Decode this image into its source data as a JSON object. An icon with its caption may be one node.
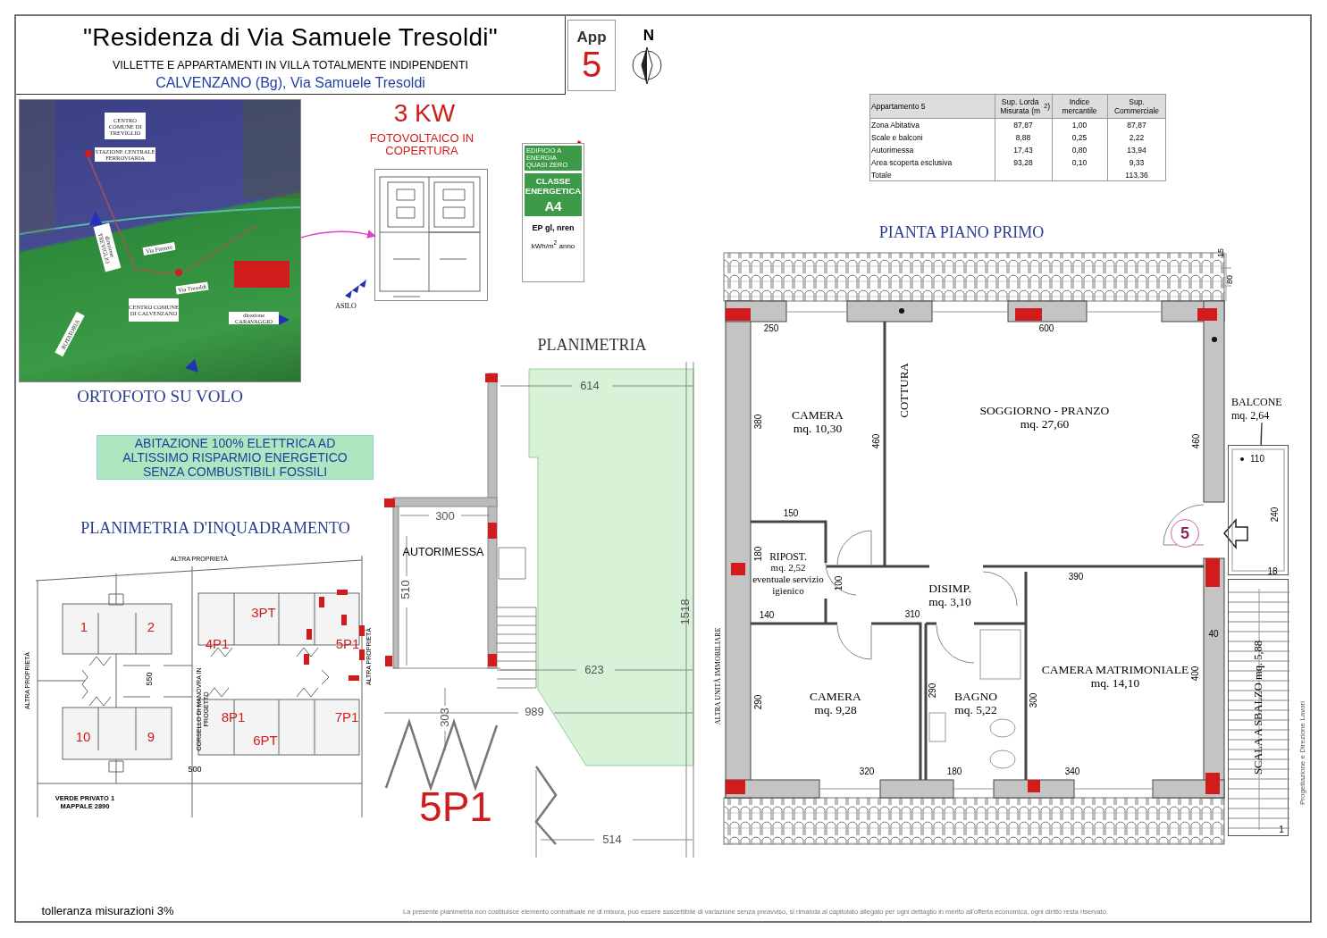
{
  "diagram": {
    "nodes": [
      {
        "text": [
          "\"Residenza di Via Samuele Tresoldi\"",
          "VILLETTE E APPARTAMENTI IN VILLA TOTALMENTE INDIPENDENTI",
          "CALVENZANO (Bg), Via Samuele Tresoldi"
        ]
      },
      {
        "text": [
          "App",
          "5"
        ]
      },
      {
        "text": [],
        "shape": "picture",
        "beside": [
          "ORTOFOTO SU VOLO"
        ]
      },
      {
        "text": [
          "CENTRO COMUNE DI TREVIGLIO"
        ],
        "in": 2
      },
      {
        "text": [
          "STAZIONE CENTRALE FERROVIARIA"
        ],
        "in": 2
      },
      {
        "text": [
          "direzione TREVIGLIO"
        ],
        "in": 2
      },
      {
        "text": [
          "Via Firenze"
        ],
        "in": 2
      },
      {
        "text": [
          "Via Tresoldi"
        ],
        "in": 2
      },
      {
        "text": [
          "CENTRO COMUNE DI CALVENZANO"
        ],
        "in": 2
      },
      {
        "text": [
          "direzione CARAVAGGIO"
        ],
        "in": 2
      },
      {
        "text": [
          "ROTATORIA"
        ],
        "in": 2
      },
      {
        "text": [],
        "shape": "picture"
      },
      {
        "text": [
          "EDIFICIO A ENERGIA QUASI ZERO",
          "CLASSE ENERGETICA",
          "A4",
          "EP gl, nren",
          "kWh/m$^{2}$ anno"
        ]
      },
      {
        "text": [
          "ABITAZIONE 100% ELETTRICA AD ALTISSIMO RISPARMIO ENERGETICO SENZA COMBUSTIBILI FOSSILI"
        ]
      },
      {
        "text": [
          "AUTORIMESSA"
        ]
      },
      {
        "text": [
          "CAMERA",
          "mq. 10,30"
        ]
      },
      {
        "text": [
          "SOGGIORNO - PRANZO",
          "mq. 27,60"
        ]
      },
      {
        "text": [
          "RIPOST.",
          "mq. 2,52 eventuale servizio igienico"
        ]
      },
      {
        "text": [
          "DISIMP.",
          "mq. 3,10"
        ]
      },
      {
        "text": [
          "CAMERA",
          "mq. 9,28"
        ]
      },
      {
        "text": [
          "BAGNO",
          "mq. 5,22"
        ]
      },
      {
        "text": [
          "CAMERA MATRIMONIALE",
          "mq. 14,10"
        ]
      },
      {
        "text": [
          "5"
        ],
        "in": 16
      },
      {
        "text": [
          "BALCONE",
          "mq. 2,64"
        ]
      },
      {
        "text": [],
        "shape": "box"
      },
      {
        "text": [
          "SCALA A SBALZO mq. 5,88"
        ]
      }
    ],
    "edges": [
      {
        "from": 2,
        "to": 11,
        "arrow": "to",
        "color": "#e040c8"
      },
      {
        "from": 23,
        "to": 24,
        "arrow": "none",
        "color": "#333333"
      },
      {
        "from": null,
        "to": 22,
        "arrow": "to",
        "style": "thick"
      }
    ],
    "labels": [
      "N",
      "3 KW",
      "FOTOVOLTAICO IN COPERTURA",
      "Appartamento 5",
      "Sup. Lorda Misurata (m$^{2}$)",
      "Indice mercantile",
      "Sup. Commerciale",
      "Zona Abitativa",
      "87,87",
      "1,00",
      "87,87",
      "Scale e balconi",
      "8,88",
      "0,25",
      "2,22",
      "Autorimessa",
      "17,43",
      "0,80",
      "13,94",
      "Area scoperta esclusiva",
      "93,28",
      "0,10",
      "9,33",
      "Totale",
      "113,36",
      "ASILO",
      "PLANIMETRIA",
      "PLANIMETRIA D'INQUADRAMENTO",
      "PIANTA PIANO PRIMO",
      "ALTRA PROPRIETÀ",
      "ALTRA PROPRIETÀ",
      "1",
      "2",
      "3PT",
      "4P1",
      "5P1",
      "ALTRA PROPRIETÀ",
      "550",
      "CORSELLO DI MANOVRA IN PROGETTO",
      "8P1",
      "7P1",
      "10",
      "9",
      "6PT",
      "500",
      "VERDE PRIVATO 1 MAPPALE 2890",
      "614",
      "300",
      "510",
      "1518",
      "623",
      "303",
      "989",
      "5P1",
      "514",
      "15",
      "80",
      "250",
      "600",
      "380",
      "COTTURA",
      "460",
      "460",
      "110",
      "150",
      "240",
      "180",
      "100",
      "18",
      "390",
      "140",
      "310",
      "40",
      "ALTRA UNITÀ IMMOBILIARE",
      "290",
      "290",
      "300",
      "400",
      "320",
      "180",
      "340",
      "1",
      "Progettazione e Direzione Lavori",
      "tolleranza misurazioni 3%",
      "La presente planimetria non costituisce elemento contrattuale né di misura, può essere suscettibile di variazione senza preavviso, si rimanda al capitolato allegato per ogni dettaglio in merito all'offerta economica, ogni diritto resta riservato."
    ]
  }
}
